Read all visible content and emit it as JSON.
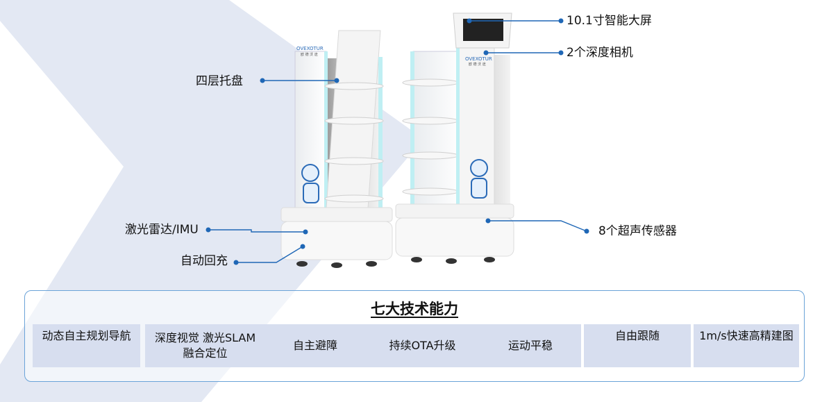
{
  "callouts": {
    "screen": "10.1寸智能大屏",
    "cameras": "2个深度相机",
    "trays": "四层托盘",
    "lidar": "激光雷达/IMU",
    "charging": "自动回充",
    "ultrasonic": "8个超声传感器"
  },
  "robot": {
    "brand": "OVEXOTUR",
    "brand_sub": "欧 德 沃 途"
  },
  "capabilities": {
    "title": "七大技术能力",
    "items": [
      "动态自主规划导航",
      "深度视觉 激光SLAM 融合定位",
      "自主避障",
      "持续OTA升级",
      "运动平稳",
      "自由跟随",
      "1m/s快速高精建图"
    ]
  },
  "colors": {
    "accent": "#1f67b6",
    "panel_border": "#6aa3d8",
    "cell_bg": "#d7deef",
    "chevron": "#dfe5f1"
  }
}
